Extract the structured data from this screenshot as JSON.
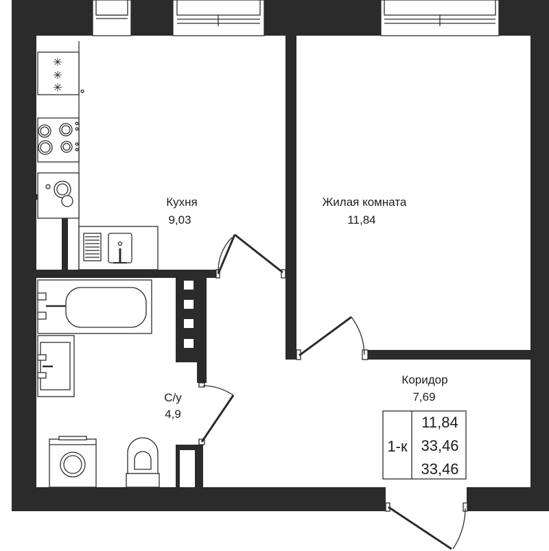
{
  "plan": {
    "rooms": [
      {
        "id": "kitchen",
        "name": "Кухня",
        "area": "9,03"
      },
      {
        "id": "living",
        "name": "Жилая комната",
        "area": "11,84"
      },
      {
        "id": "corridor",
        "name": "Коридор",
        "area": "7,69"
      },
      {
        "id": "bathroom",
        "name": "С/у",
        "area": "4,9"
      }
    ],
    "spec": {
      "type": "1-к",
      "living_area": "11,84",
      "total_area": "33,46",
      "total_area_2": "33,46"
    }
  },
  "colors": {
    "wall": "#2b2b2b",
    "background": "#ffffff",
    "line": "#2b2b2b"
  }
}
